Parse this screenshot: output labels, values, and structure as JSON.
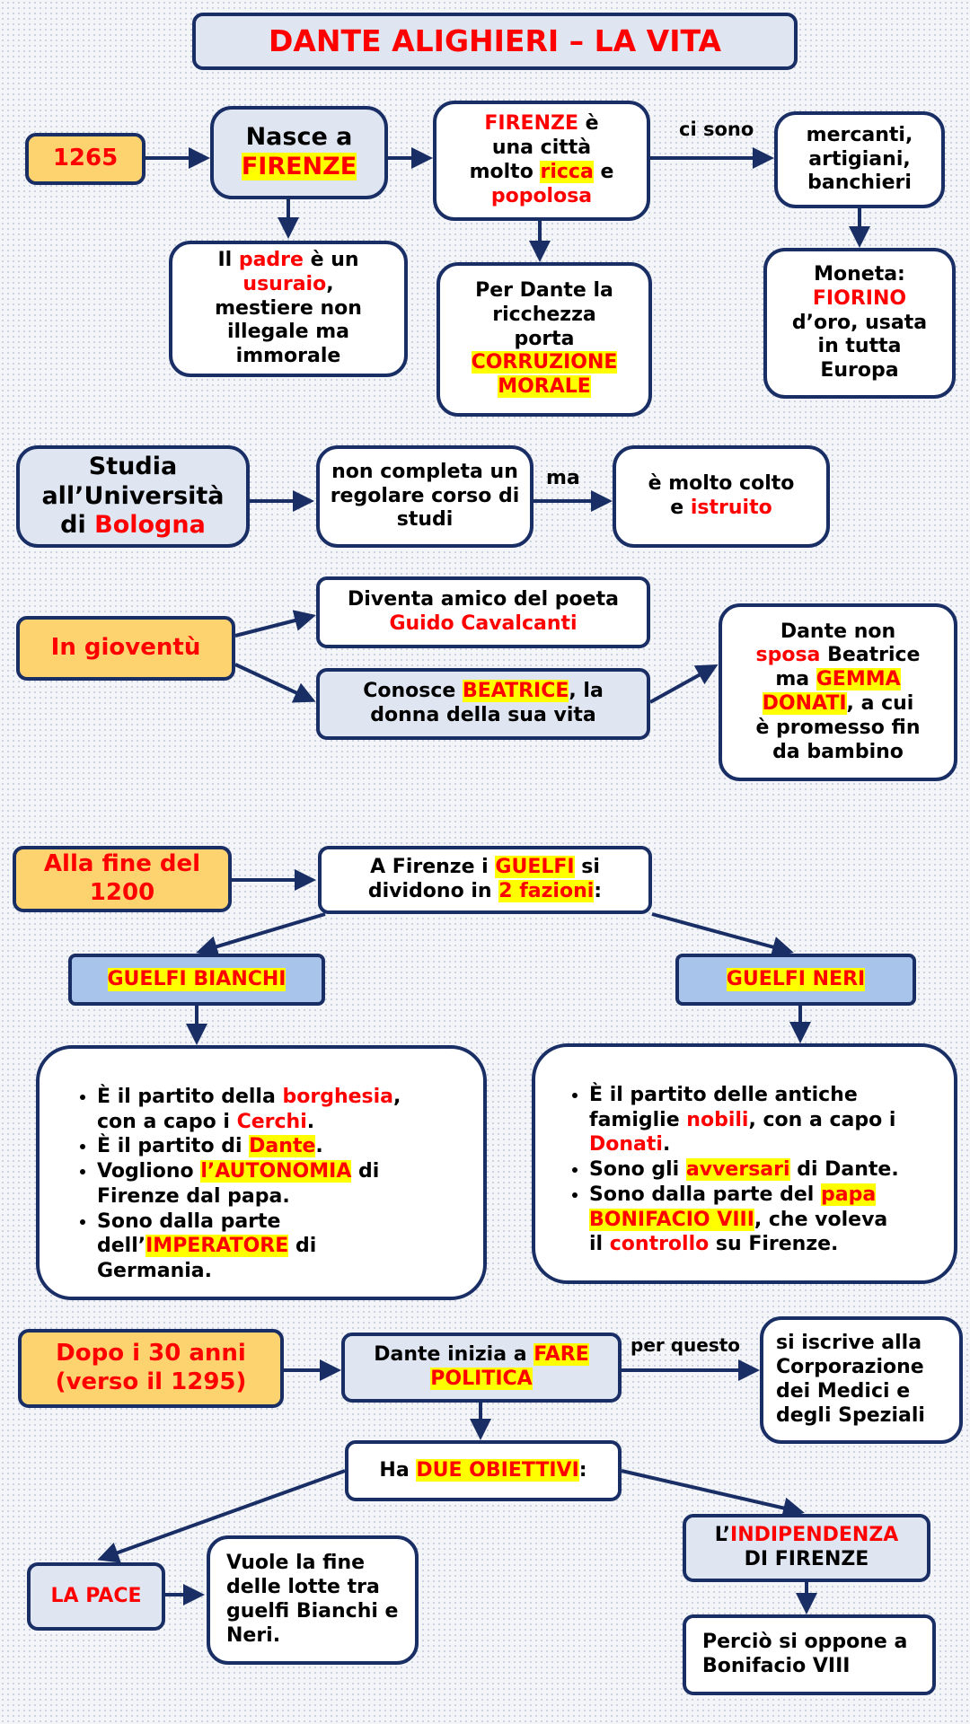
{
  "title": "DANTE ALIGHIERI – LA VITA",
  "row1": {
    "year": "1265",
    "born_a": "Nasce a",
    "born_b": "FIRENZE",
    "city_a": "FIRENZE",
    "city_b": " è",
    "city_c": "una città",
    "city_d": "molto ",
    "city_e": "ricca",
    "city_f": " e",
    "city_g": "popolosa",
    "connector": "ci sono",
    "people": "mercanti, artigiani, banchieri",
    "father_a": "Il ",
    "father_b": "padre",
    "father_c": " è un",
    "father_d": "usuraio",
    "father_e": ",",
    "father_f": "mestiere non",
    "father_g": "illegale ma",
    "father_h": "immorale",
    "wealth_a": "Per Dante la",
    "wealth_b": "ricchezza",
    "wealth_c": "porta",
    "wealth_d": "CORRUZIONE",
    "wealth_e": "MORALE",
    "coin_a": "Moneta:",
    "coin_b": "FIORINO",
    "coin_c": "d’oro, usata",
    "coin_d": "in tutta",
    "coin_e": "Europa"
  },
  "row2": {
    "study_a": "Studia",
    "study_b": "all’Università",
    "study_c": "di ",
    "study_d": "Bologna",
    "incomplete": "non completa un regolare corso di studi",
    "connector": "ma",
    "cult_a": "è molto colto",
    "cult_b": "e ",
    "cult_c": "istruito"
  },
  "row3": {
    "youth": "In gioventù",
    "friend_a": "Diventa amico del poeta",
    "friend_b": "Guido Cavalcanti",
    "meets_a": "Conosce ",
    "meets_b": "BEATRICE",
    "meets_c": ", la",
    "meets_d": "donna della sua vita",
    "marry_a": "Dante non",
    "marry_b": "sposa",
    "marry_c": " Beatrice",
    "marry_d": "ma ",
    "marry_e": "GEMMA",
    "marry_f": "DONATI",
    "marry_g": ", a cui",
    "marry_h": "è promesso fin",
    "marry_i": "da bambino"
  },
  "row4": {
    "end_a": "Alla fine del",
    "end_b": "1200",
    "guelfi_a": "A Firenze i ",
    "guelfi_b": "GUELFI",
    "guelfi_c": " si",
    "guelfi_d": "dividono in ",
    "guelfi_e": "2 fazioni",
    "guelfi_f": ":",
    "white": "GUELFI BIANCHI",
    "black": "GUELFI NERI"
  },
  "bianchi": {
    "b1_a": "È il partito della ",
    "b1_b": "borghesia",
    "b1_c": ",",
    "b1_d": "con a capo i ",
    "b1_e": "Cerchi",
    "b1_f": ".",
    "b2_a": "È il partito di ",
    "b2_b": "Dante",
    "b2_c": ".",
    "b3_a": "Vogliono ",
    "b3_b": "l’AUTONOMIA",
    "b3_c": " di",
    "b3_d": "Firenze dal papa.",
    "b4_a": "Sono dalla parte",
    "b4_b": "dell’",
    "b4_c": "IMPERATORE",
    "b4_d": " di",
    "b4_e": "Germania."
  },
  "neri": {
    "n1_a": "È il partito delle antiche",
    "n1_b": "famiglie ",
    "n1_c": "nobili",
    "n1_d": ", con a capo i",
    "n1_e": "Donati",
    "n1_f": ".",
    "n2_a": "Sono gli ",
    "n2_b": "avversari",
    "n2_c": " di Dante.",
    "n3_a": "Sono dalla parte del ",
    "n3_b": "papa",
    "n3_c": "BONIFACIO VIII",
    "n3_d": ", che voleva",
    "n3_e": "il ",
    "n3_f": "controllo",
    "n3_g": " su Firenze."
  },
  "row5": {
    "after_a": "Dopo i 30 anni",
    "after_b": "(verso il 1295)",
    "pol_a": "Dante inizia a ",
    "pol_b": "FARE",
    "pol_c": "POLITICA",
    "connector": "per questo",
    "guild": "si iscrive alla Corporazione dei Medici e degli Speziali",
    "goals_a": "Ha ",
    "goals_b": "DUE OBIETTIVI",
    "goals_c": ":",
    "peace": "LA PACE",
    "peace_desc": "Vuole la fine delle lotte tra guelfi Bianchi e Neri.",
    "indep_a": "L’",
    "indep_b": "INDIPENDENZA",
    "indep_c": "DI FIRENZE",
    "oppose": "Perciò si oppone a Bonifacio VIII"
  },
  "colors": {
    "border": "#1a2e66",
    "accent_red": "#ff0000",
    "highlight": "#ffff00",
    "orange_box": "#fcd36e",
    "light_blue_box": "#dfe6f2",
    "mid_blue_box": "#a9c4ea"
  }
}
